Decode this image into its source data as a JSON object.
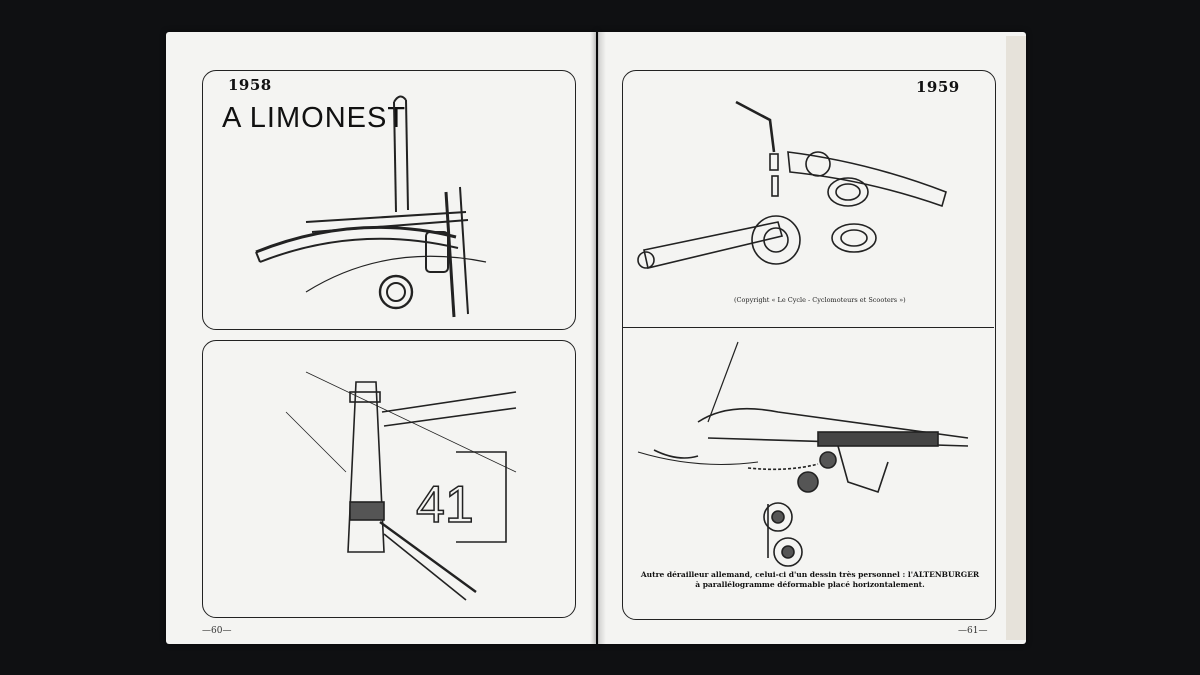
{
  "left_page": {
    "top_panel": {
      "year": "1958",
      "headline": "A LIMONEST",
      "illustration": "bicycle-rack-lamp-illustration"
    },
    "bottom_panel": {
      "illustration": "bicycle-frame-number-41-illustration",
      "frame_number": "41"
    },
    "page_number": "—60—"
  },
  "right_page": {
    "top_panel": {
      "year": "1959",
      "illustration": "crankset-exploded-illustration",
      "copyright": "(Copyright « Le Cycle - Cyclomoteurs et Scooters »)"
    },
    "bottom_panel": {
      "illustration": "derailleur-illustration",
      "caption_line1": "Autre dérailleur allemand, celui-ci d'un dessin très personnel : l'ALTENBURGER",
      "caption_line2": "à parallélogramme déformable placé horizontalement."
    },
    "page_number": "—61—"
  }
}
